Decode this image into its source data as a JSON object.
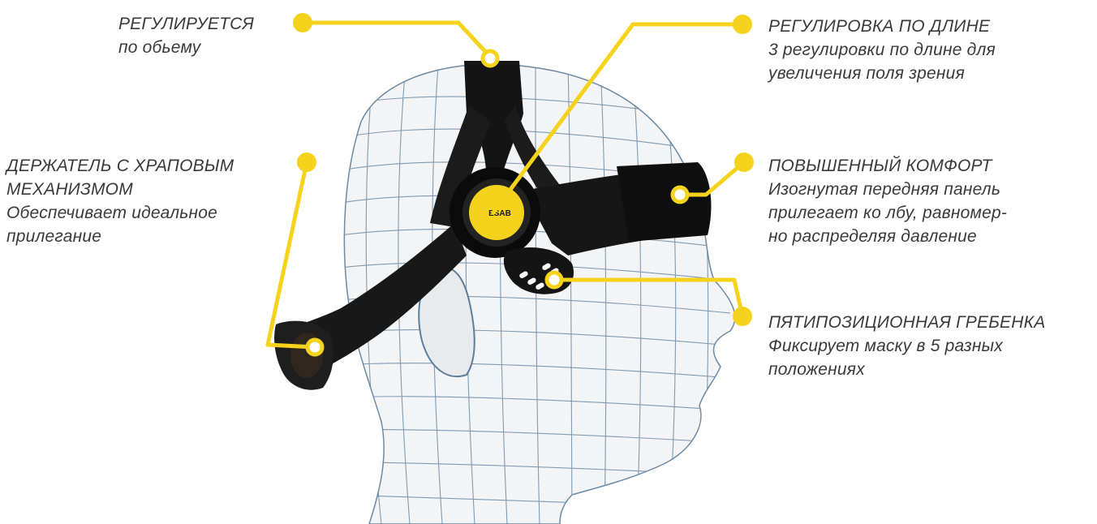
{
  "colors": {
    "accent": "#f5d31c",
    "strap": "#141414",
    "mesh_line": "#5d7e9b",
    "head_fill": "#f3f4f5",
    "text": "#3a3a3a"
  },
  "knob_label": "ESAB",
  "callouts": {
    "volume": {
      "lines": [
        "РЕГУЛИРУЕТСЯ",
        "по обьему"
      ]
    },
    "length": {
      "lines": [
        "РЕГУЛИРОВКА ПО ДЛИНЕ",
        "3 регулировки по длине для",
        "увеличения поля зрения"
      ]
    },
    "ratchet": {
      "lines": [
        "ДЕРЖАТЕЛЬ С ХРАПОВЫМ",
        "МЕХАНИЗМОМ",
        "Обеспечивает идеальное",
        "прилегание"
      ]
    },
    "comfort": {
      "lines": [
        "ПОВЫШЕННЫЙ КОМФОРТ",
        "Изогнутая передняя панель",
        "прилегает ко лбу, равномер-",
        "но распределяя давление"
      ]
    },
    "comb": {
      "lines": [
        "ПЯТИПОЗИЦИОННАЯ ГРЕБЕНКА",
        "Фиксирует маску в 5 разных",
        "положениях"
      ]
    }
  }
}
